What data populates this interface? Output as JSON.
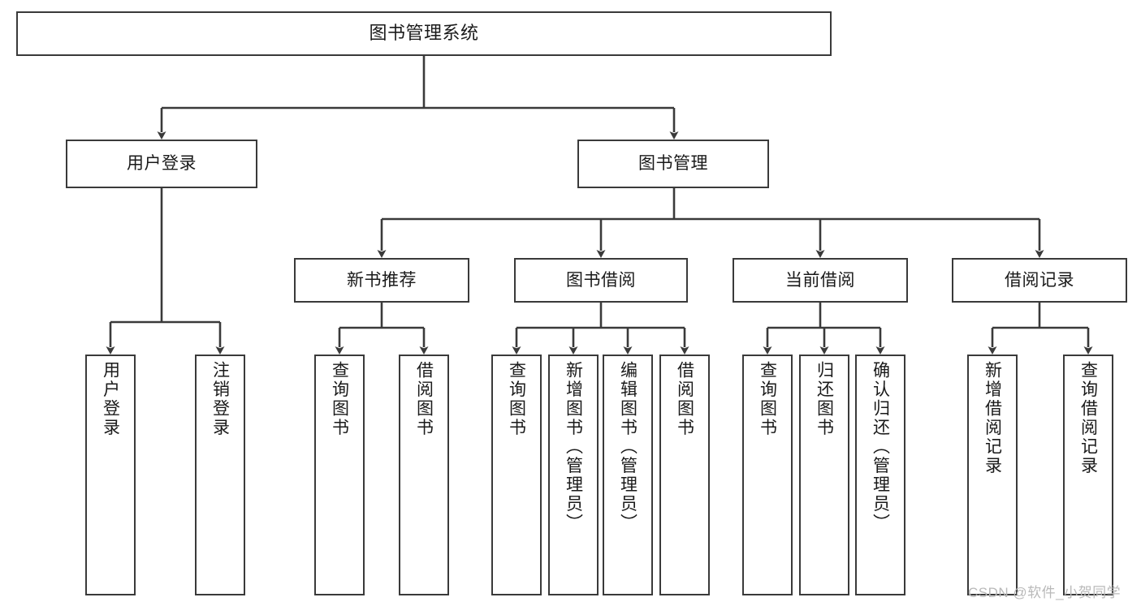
{
  "diagram": {
    "title": "图书管理系统",
    "type": "tree-hierarchy",
    "root": {
      "label": "图书管理系统"
    },
    "level1": [
      {
        "label": "用户登录"
      },
      {
        "label": "图书管理"
      }
    ],
    "level2": [
      {
        "label": "新书推荐"
      },
      {
        "label": "图书借阅"
      },
      {
        "label": "当前借阅"
      },
      {
        "label": "借阅记录"
      }
    ],
    "leaves": {
      "user_login": [
        {
          "label": "用户登录"
        },
        {
          "label": "注销登录"
        }
      ],
      "new_book_recommend": [
        {
          "label": "查询图书"
        },
        {
          "label": "借阅图书"
        }
      ],
      "book_borrow": [
        {
          "label": "查询图书"
        },
        {
          "label": "新增图书（管理员）"
        },
        {
          "label": "编辑图书（管理员）"
        },
        {
          "label": "借阅图书"
        }
      ],
      "current_borrow": [
        {
          "label": "查询图书"
        },
        {
          "label": "归还图书"
        },
        {
          "label": "确认归还（管理员）"
        }
      ],
      "borrow_record": [
        {
          "label": "新增借阅记录"
        },
        {
          "label": "查询借阅记录"
        }
      ]
    }
  },
  "watermark": {
    "text": "CSDN @软件_小贺同学"
  },
  "colors": {
    "border": "#3a3a3a",
    "text": "#1a1a1a",
    "background": "#ffffff",
    "watermark": "#b9b9b9"
  }
}
